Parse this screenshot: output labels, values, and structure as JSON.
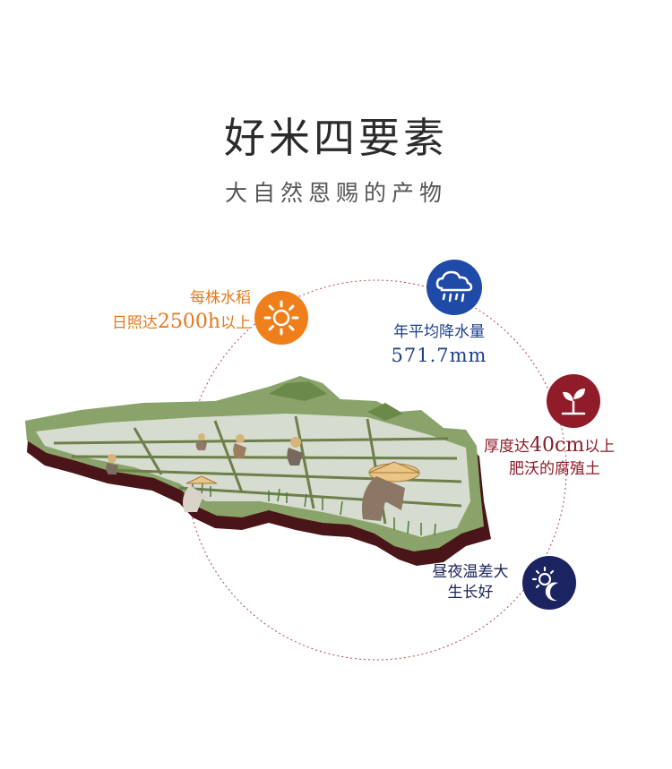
{
  "header": {
    "title": "好米四要素",
    "subtitle": "大自然恩赐的产物"
  },
  "factors": {
    "sunlight": {
      "line1": "每株水稻",
      "line2_prefix": "日照达",
      "line2_value": "2500h",
      "line2_suffix": "以上",
      "icon": "sun-icon",
      "color": "#ef7f1a"
    },
    "rainfall": {
      "line1": "年平均降水量",
      "line2": "571.7mm",
      "icon": "rain-cloud-icon",
      "color": "#1f4aa8"
    },
    "soil": {
      "line1_prefix": "厚度达",
      "line1_value": "40cm",
      "line1_suffix": "以上",
      "line2": "肥沃的腐殖土",
      "icon": "sprout-icon",
      "color": "#8f1c28"
    },
    "temperature": {
      "line1": "昼夜温差大",
      "line2": "生长好",
      "icon": "day-night-icon",
      "color": "#1b2461"
    }
  }
}
